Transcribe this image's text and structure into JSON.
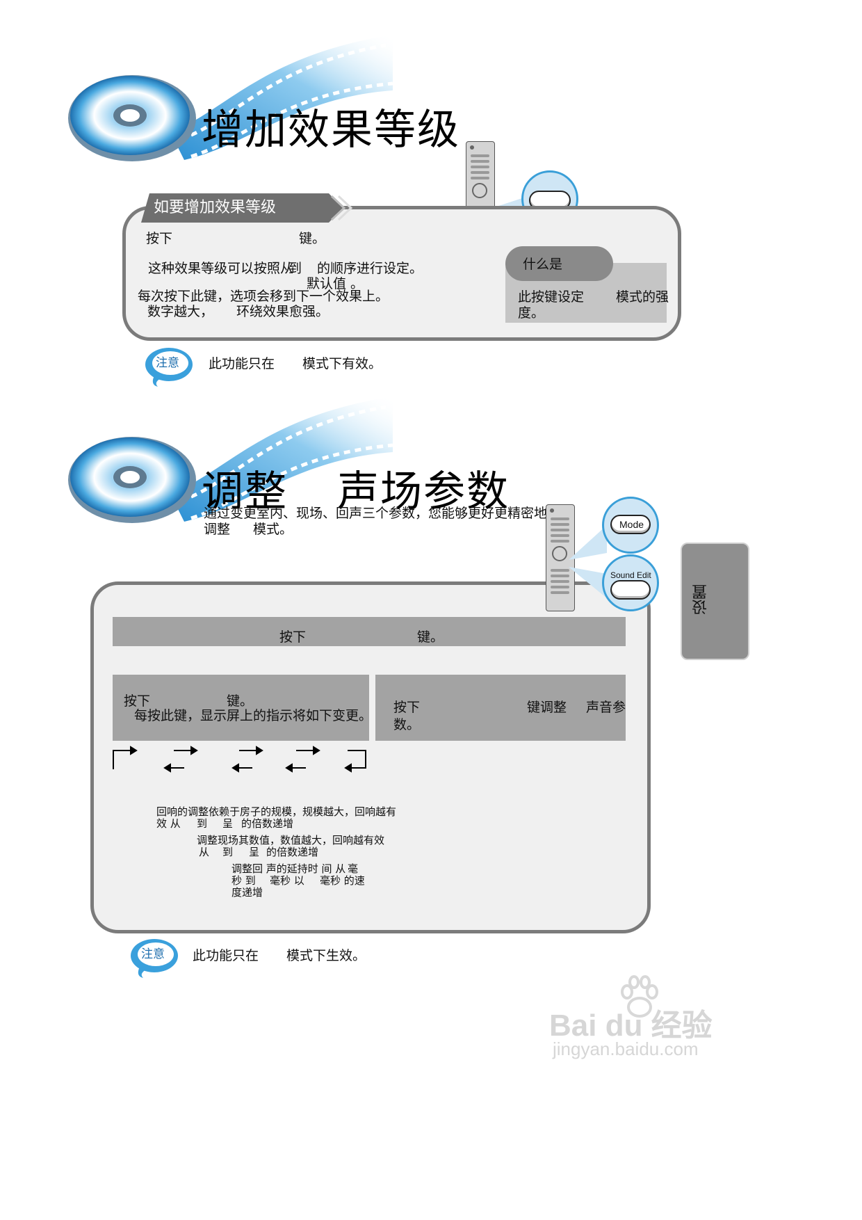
{
  "section1": {
    "title": "增加效果等级",
    "tab_label": "如要增加效果等级",
    "press": "按下",
    "key_suffix": "键。",
    "line1": "这种效果等级可以按照从",
    "line1b": "到",
    "line1c": "的顺序进行设定。",
    "line2": "默认值 。",
    "line3": "每次按下此键，选项会移到下一个效果上。",
    "line4": "数字越大，",
    "line4b": "环绕效果愈强。",
    "what_label": "什么是",
    "what_desc1": "此按键设定",
    "what_desc1b": "模式的强",
    "what_desc2": "度。",
    "note_badge": "注意",
    "note_a": "此功能只在",
    "note_b": "模式下有效。"
  },
  "section2": {
    "title_a": "调整",
    "title_b": "声场参数",
    "intro1": "通过变更室内、现场、回声三个参数，您能够更好更精密地",
    "intro2": "调整",
    "intro2b": "模式。",
    "key_mode": "Mode",
    "key_sound_edit": "Sound Edit",
    "bar_press": "按下",
    "bar_key": "键。",
    "left_press": "按下",
    "left_key": "键。",
    "left_desc": "每按此键，显示屏上的指示将如下变更。",
    "right_press": "按下",
    "right_key": "键调整",
    "right_key2": "声音参",
    "right_line2": "数。",
    "p1a": "回响的调整依赖于房子的规模，规模越大，回响越有",
    "p1b": "效 从",
    "p1c": "到",
    "p1d": "呈",
    "p1e": "的倍数递增",
    "p2a": "调整现场其数值，数值越大，回响越有效",
    "p2b": "从",
    "p2c": "到",
    "p2d": "呈",
    "p2e": "的倍数递增",
    "p3a": "调整回 声的延持时 间 从",
    "p3b": "毫",
    "p3c": "秒 到",
    "p3d": "毫秒 以",
    "p3e": "毫秒 的速",
    "p3f": "度递增",
    "note_badge": "注意",
    "note_a": "此功能只在",
    "note_b": "模式下生效。"
  },
  "side_tab": "设置",
  "watermark": {
    "brand": "Bai du 经验",
    "url": "jingyan.baidu.com"
  },
  "colors": {
    "accent_blue": "#3a9fd8",
    "panel_gray": "#a3a3a3",
    "border_gray": "#7b7b7b"
  }
}
